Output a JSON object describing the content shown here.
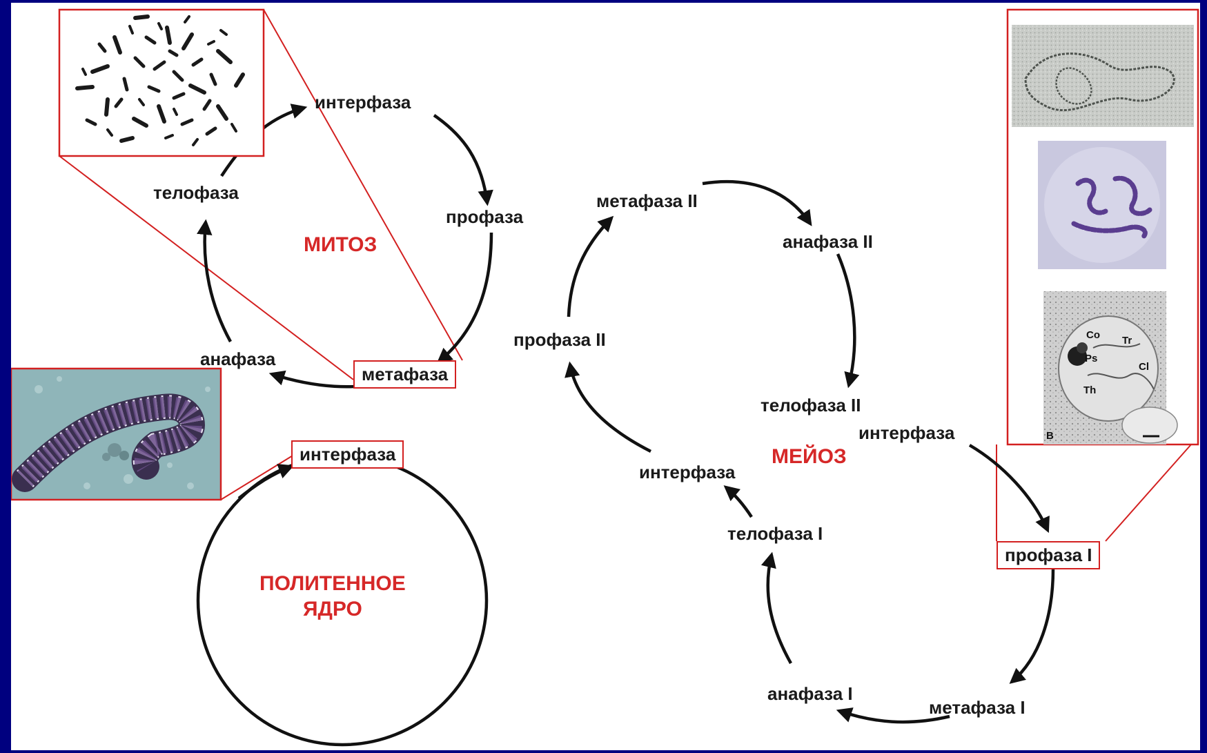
{
  "cycles": {
    "mitosis": {
      "title": "МИТОЗ",
      "phases": {
        "interphase": "интерфаза",
        "prophase": "профаза",
        "metaphase": "метафаза",
        "anaphase": "анафаза",
        "telophase": "телофаза"
      }
    },
    "polytene": {
      "title_line1": "ПОЛИТЕННОЕ",
      "title_line2": "ЯДРО",
      "interphase": "интерфаза"
    },
    "meiosis": {
      "title": "МЕЙОЗ",
      "phases": {
        "interphase_1": "интерфаза",
        "prophase_1": "профаза I",
        "metaphase_1": "метафаза I",
        "anaphase_1": "анафаза I",
        "telophase_1": "телофаза I",
        "interphase_2": "интерфаза",
        "prophase_2": "профаза II",
        "metaphase_2": "метафаза II",
        "anaphase_2": "анафаза II",
        "telophase_2": "телофаза II"
      }
    }
  },
  "micrograph_labels": {
    "co": "Co",
    "tr": "Tr",
    "ps": "Ps",
    "cl": "Cl",
    "th": "Th",
    "b": "B"
  },
  "colors": {
    "background": "#00007f",
    "canvas": "#ffffff",
    "title_red": "#d62828",
    "box_red": "#d32020",
    "text": "#1a1a1a",
    "arrow": "#111111"
  }
}
